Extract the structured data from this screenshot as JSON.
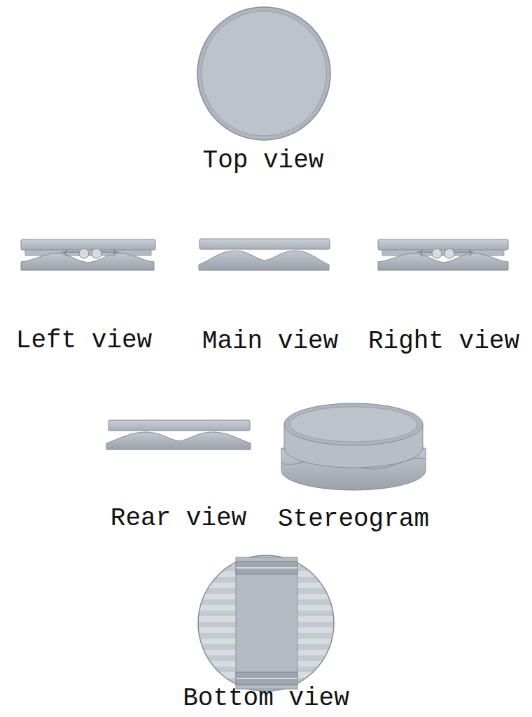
{
  "diagram": {
    "labels": [
      "Top view",
      "Left view",
      "Main view",
      "Right view",
      "Rear view",
      "Stereogram",
      "Bottom view"
    ]
  }
}
